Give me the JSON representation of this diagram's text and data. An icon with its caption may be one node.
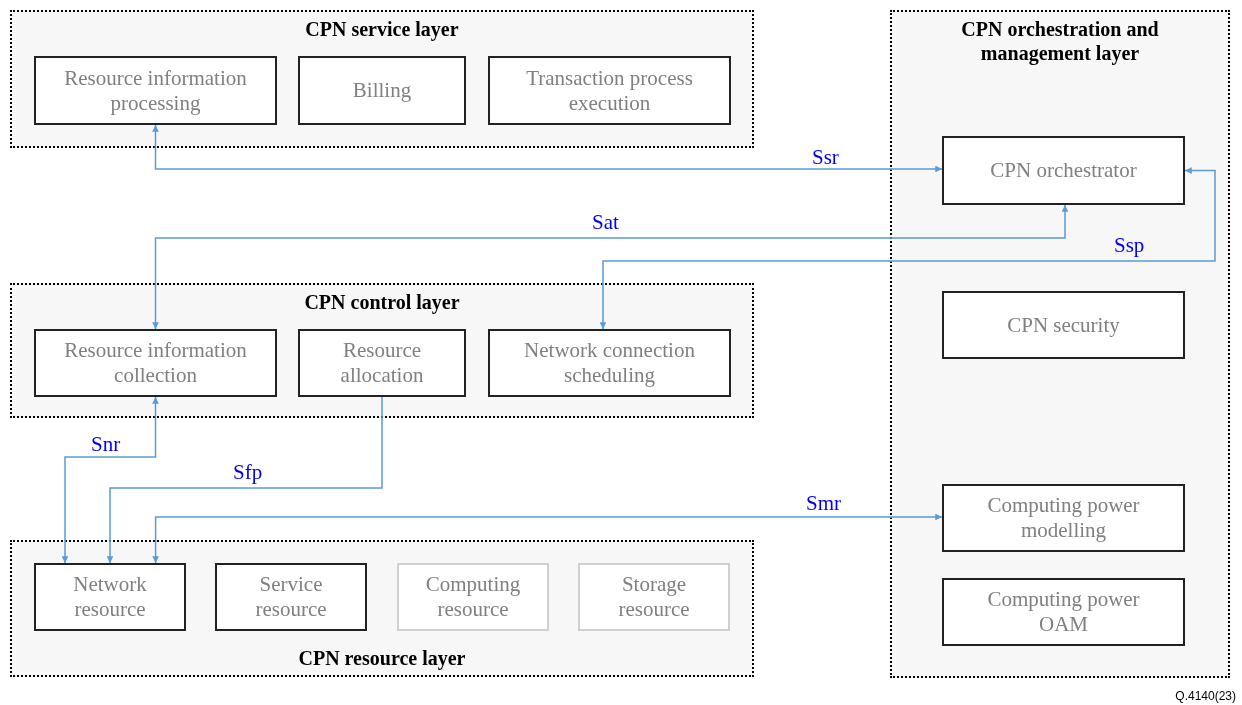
{
  "diagram": {
    "nodes": [
      {
        "text": [
          "CPN service layer"
        ]
      },
      {
        "text": [
          "Resource information processing"
        ],
        "in": 0
      },
      {
        "text": [
          "Billing"
        ],
        "in": 0
      },
      {
        "text": [
          "Transaction process execution"
        ],
        "in": 0
      },
      {
        "text": [
          "CPN orchestration and management layer"
        ]
      },
      {
        "text": [
          "CPN orchestrator"
        ],
        "in": 4
      },
      {
        "text": [
          "CPN security"
        ],
        "in": 4
      },
      {
        "text": [
          "Computing power modelling"
        ],
        "in": 4
      },
      {
        "text": [
          "Computing power OAM"
        ],
        "in": 4
      },
      {
        "text": [
          "CPN control layer"
        ]
      },
      {
        "text": [
          "Resource information collection"
        ],
        "in": 9
      },
      {
        "text": [
          "Resource allocation"
        ],
        "in": 9
      },
      {
        "text": [
          "Network connection scheduling"
        ],
        "in": 9
      },
      {
        "text": [
          "CPN resource layer"
        ]
      },
      {
        "text": [
          "Network resource"
        ],
        "in": 13
      },
      {
        "text": [
          "Service resource"
        ],
        "in": 13
      },
      {
        "text": [
          "Computing resource"
        ],
        "in": 13
      },
      {
        "text": [
          "Storage resource"
        ],
        "in": 13
      }
    ],
    "edges": [
      {
        "from": 1,
        "to": 5,
        "arrow": "both",
        "label": "Ssr"
      },
      {
        "from": 10,
        "to": 5,
        "arrow": "both",
        "label": "Sat"
      },
      {
        "from": 5,
        "to": 12,
        "arrow": "both",
        "label": "Ssp"
      },
      {
        "from": 10,
        "to": 14,
        "arrow": "both",
        "label": "Snr"
      },
      {
        "from": 11,
        "to": 14,
        "arrow": "to",
        "label": "Sfp"
      },
      {
        "from": 14,
        "to": 7,
        "arrow": "both",
        "label": "Smr"
      }
    ],
    "labels": [
      "Q.4140(23)"
    ]
  }
}
